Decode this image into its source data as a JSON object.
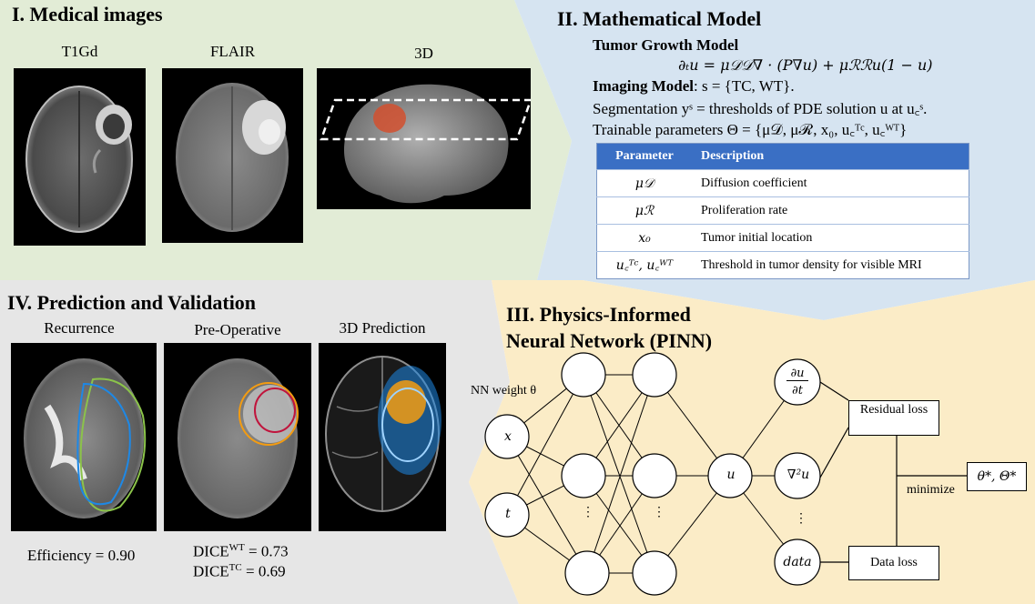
{
  "colors": {
    "panel1_bg": "#e2ecd6",
    "panel2_bg": "#d6e4f1",
    "panel3_bg": "#fbecc7",
    "panel4_bg": "#e6e6e6",
    "table_header": "#3a6fc4",
    "tumor_red": "#d2502f",
    "contour_green": "#8bc34a",
    "contour_blue": "#1e88e5",
    "contour_orange": "#f39c12",
    "contour_red": "#c0143c"
  },
  "panel1": {
    "title": "I. Medical images",
    "images": [
      {
        "label": "T1Gd"
      },
      {
        "label": "FLAIR"
      },
      {
        "label": "3D"
      }
    ]
  },
  "panel2": {
    "title": "II. Mathematical Model",
    "tumor_model_label": "Tumor Growth Model",
    "tumor_equation": "∂ₜu = μ𝒟𝒟∇ · (P∇u) + μℛℛu(1 − u)",
    "imaging_label": "Imaging Model",
    "imaging_text": ": s = {TC, WT}.",
    "segmentation_text": "Segmentation yˢ = thresholds of PDE solution u at u꜀ˢ.",
    "trainable_text": "Trainable parameters Θ = {μ𝒟, μℛ, x₀, u꜀ᵀᶜ, u꜀ᵂᵀ}",
    "table": {
      "headers": [
        "Parameter",
        "Description"
      ],
      "rows": [
        [
          "μ𝒟",
          "Diffusion coefficient"
        ],
        [
          "μℛ",
          "Proliferation rate"
        ],
        [
          "x₀",
          "Tumor initial location"
        ],
        [
          "u꜀ᵀᶜ, u꜀ᵂᵀ",
          "Threshold in tumor density for visible MRI"
        ]
      ]
    }
  },
  "panel3": {
    "title_line1": "III. Physics-Informed",
    "title_line2": "Neural Network (PINN)",
    "nn_weight_label": "NN weight θ",
    "input_x": "x",
    "input_t": "t",
    "output_u": "u",
    "deriv_dudt_num": "∂u",
    "deriv_dudt_den": "∂t",
    "deriv_laplace": "∇²u",
    "data_node": "data",
    "dots": "⋮",
    "residual_loss": "Residual loss",
    "data_loss": "Data loss",
    "minimize": "minimize",
    "result": "θ*, Θ*"
  },
  "panel4": {
    "title": "IV. Prediction and Validation",
    "images": [
      {
        "label": "Recurrence"
      },
      {
        "label": "Pre-Operative"
      },
      {
        "label": "3D Prediction"
      }
    ],
    "efficiency": "Efficiency = 0.90",
    "dice_wt_base": "DICE",
    "dice_wt_sup": "WT",
    "dice_wt_val": " = 0.73",
    "dice_tc_base": "DICE",
    "dice_tc_sup": "TC",
    "dice_tc_val": " = 0.69"
  }
}
